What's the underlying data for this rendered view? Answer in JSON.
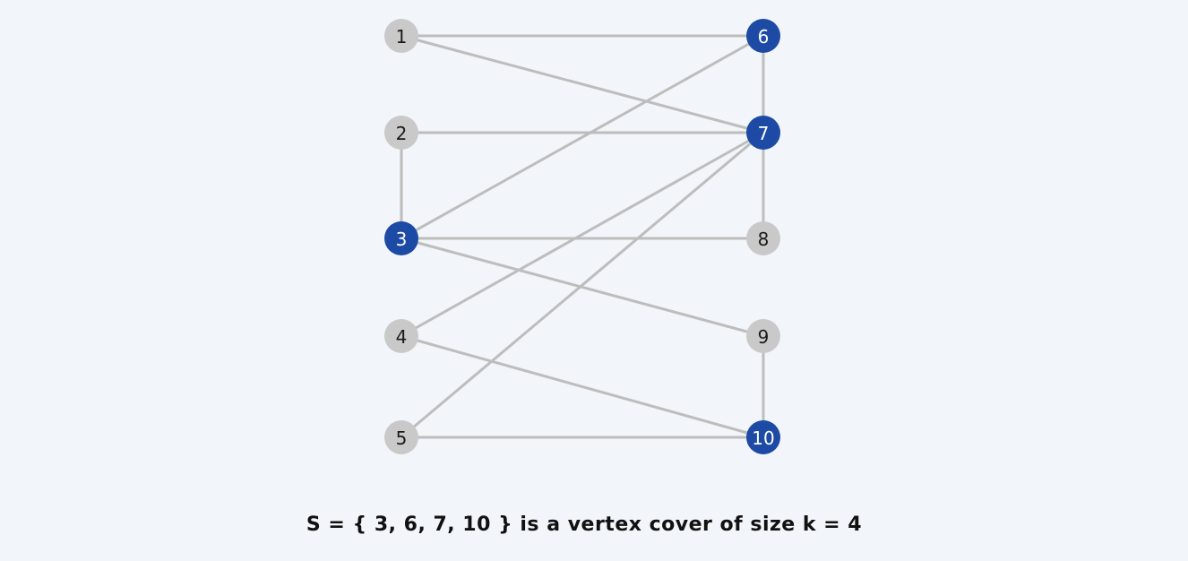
{
  "graph": {
    "nodes": [
      {
        "id": "1",
        "label": "1",
        "selected": false
      },
      {
        "id": "2",
        "label": "2",
        "selected": false
      },
      {
        "id": "3",
        "label": "3",
        "selected": true
      },
      {
        "id": "4",
        "label": "4",
        "selected": false
      },
      {
        "id": "5",
        "label": "5",
        "selected": false
      },
      {
        "id": "6",
        "label": "6",
        "selected": true
      },
      {
        "id": "7",
        "label": "7",
        "selected": true
      },
      {
        "id": "8",
        "label": "8",
        "selected": false
      },
      {
        "id": "9",
        "label": "9",
        "selected": false
      },
      {
        "id": "10",
        "label": "10",
        "selected": true
      }
    ],
    "edges": [
      [
        "1",
        "6"
      ],
      [
        "1",
        "7"
      ],
      [
        "2",
        "7"
      ],
      [
        "2",
        "3"
      ],
      [
        "3",
        "6"
      ],
      [
        "3",
        "8"
      ],
      [
        "3",
        "9"
      ],
      [
        "4",
        "7"
      ],
      [
        "4",
        "10"
      ],
      [
        "5",
        "7"
      ],
      [
        "5",
        "10"
      ],
      [
        "6",
        "7"
      ],
      [
        "7",
        "8"
      ],
      [
        "9",
        "10"
      ]
    ]
  },
  "colors": {
    "background": "#f2f5f9",
    "edge": "#bdbdbd",
    "node_plain": "#c9c9c9",
    "node_selected": "#1c4aa5"
  },
  "caption": "S = { 3, 6, 7, 10 } is a vertex cover of size k = 4"
}
